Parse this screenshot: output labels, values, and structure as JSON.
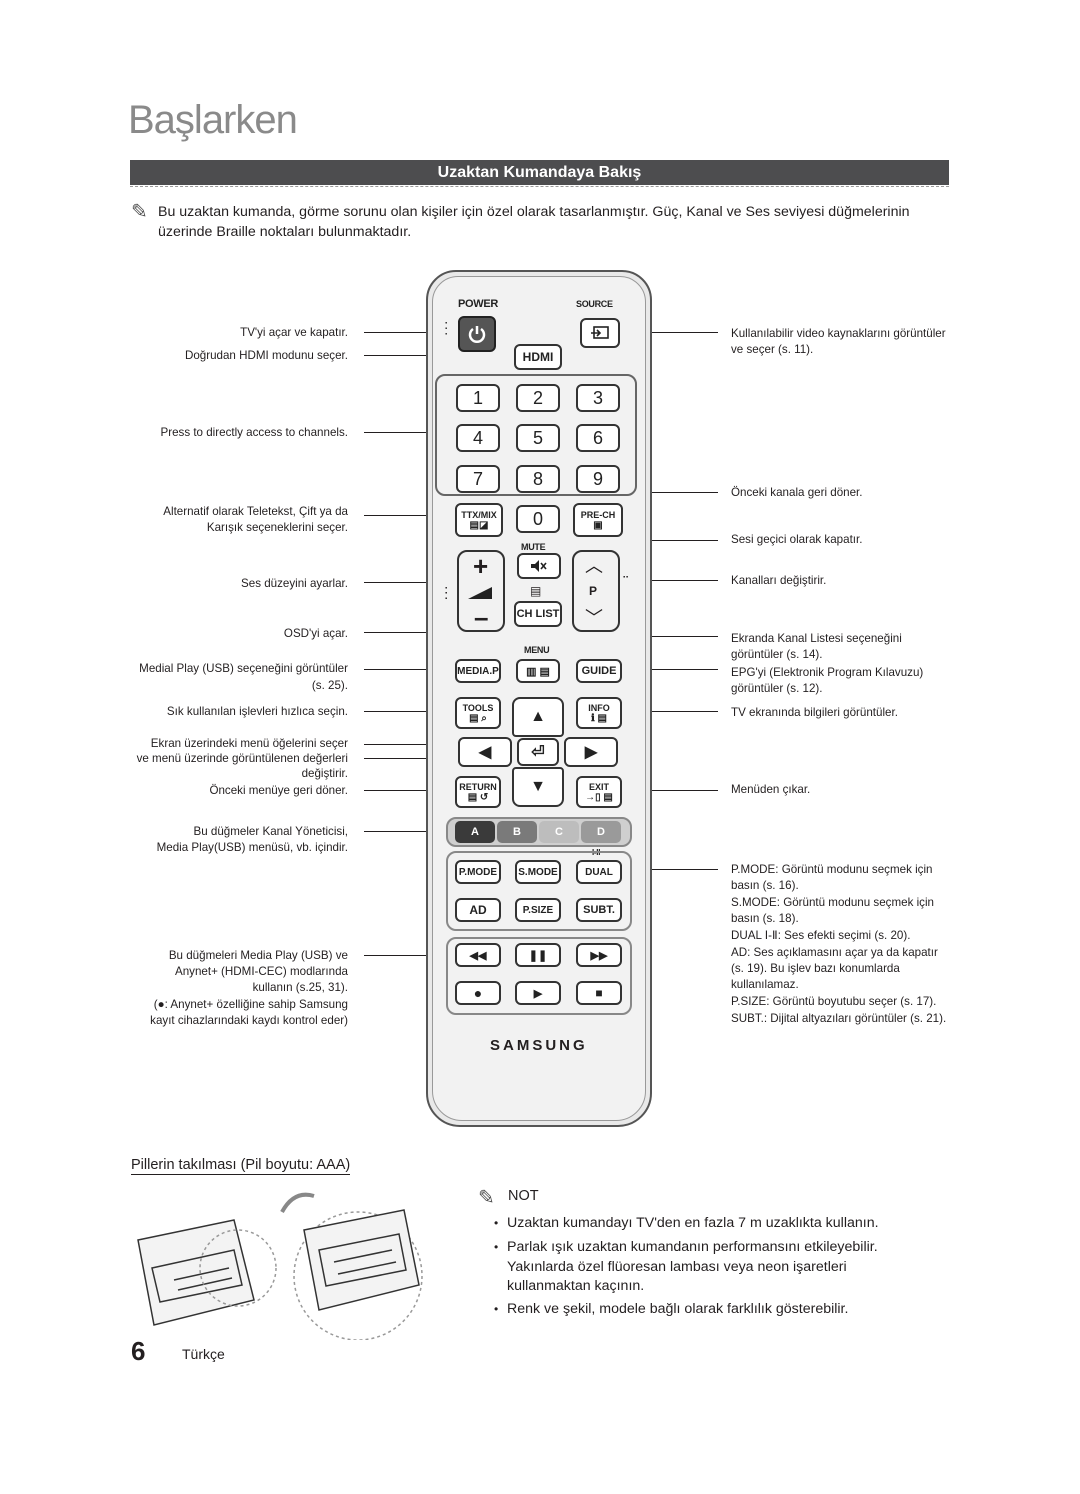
{
  "page": {
    "title": "Başlarken",
    "section": "Uzaktan Kumandaya Bakış",
    "intro": "Bu uzaktan kumanda, görme sorunu olan kişiler için özel olarak tasarlanmıştır. Güç, Kanal ve Ses seviyesi düğmelerinin üzerinde Braille noktaları bulunmaktadır.",
    "page_number": "6",
    "language": "Türkçe"
  },
  "left_labels": {
    "power": "TV'yi açar ve kapatır.",
    "hdmi": "Doğrudan HDMI modunu seçer.",
    "numbers": "Press to directly access to channels.",
    "ttx_1": "Alternatif olarak Teletekst, Çift ya da",
    "ttx_2": "Karışık seçeneklerini seçer.",
    "volume": "Ses düzeyini ayarlar.",
    "osd": "OSD'yi açar.",
    "media_1a": "Medial Play (USB)",
    "media_1b": "seçeneğini görüntüler",
    "media_2": "(s. 25).",
    "tools": "Sık kullanılan işlevleri hızlıca seçin.",
    "nav_1": "Ekran üzerindeki menü öğelerini seçer",
    "nav_2": "ve menü üzerinde görüntülenen değerleri",
    "nav_3": "değiştirir.",
    "return": "Önceki menüye geri döner.",
    "color_1a": "Bu düğmeler",
    "color_1b": "Kanal Yöneticisi,",
    "color_2a": "Media Play(USB)",
    "color_2b": "menüsü, vb. içindir.",
    "play_1a": "Bu düğmeleri",
    "play_1b": "Media Play (USB)",
    "play_1c": "ve",
    "play_2a": "Anynet+ (HDMI-CEC)",
    "play_2b": "modlarında",
    "play_3": "kullanın (s.25, 31).",
    "play_4": "(●: Anynet+ özelliğine sahip Samsung",
    "play_5": "kayıt cihazlarındaki kaydı kontrol eder)"
  },
  "right_labels": {
    "source_1": "Kullanılabilir video kaynaklarını görüntüler",
    "source_2": "ve seçer (s. 11).",
    "prech": "Önceki kanala geri döner.",
    "mute": "Sesi geçici olarak kapatır.",
    "channel": "Kanalları değiştirir.",
    "chlist_1": "Ekranda Kanal Listesi seçeneğini",
    "chlist_2": "görüntüler (s. 14).",
    "guide_1": "EPG'yi (Elektronik Program Kılavuzu)",
    "guide_2": "görüntüler (s. 12).",
    "info": "TV ekranında bilgileri görüntüler.",
    "exit": "Menüden çıkar.",
    "pmode_k": "P.MODE",
    "pmode_1": ": Görüntü modunu seçmek için",
    "pmode_2": "basın (s. 16).",
    "smode_k": "S.MODE",
    "smode_1": ": Görüntü modunu seçmek için",
    "smode_2": "basın (s. 18).",
    "dual_k": "DUAL Ⅰ-Ⅱ",
    "dual_1": ": Ses efekti seçimi (s. 20).",
    "ad_k": "AD",
    "ad_1": ": Ses açıklamasını açar ya da kapatır",
    "ad_2": "(s. 19). Bu işlev bazı konumlarda",
    "ad_3": "kullanılamaz.",
    "psize_k": "P.SIZE",
    "psize_1": ": Görüntü boyutubu seçer (s. 17).",
    "subt_k": "SUBT.",
    "subt_1": ": Dijital altyazıları görüntüler (s. 21)."
  },
  "remote": {
    "power": "POWER",
    "source": "SOURCE",
    "hdmi": "HDMI",
    "numbers": [
      "1",
      "2",
      "3",
      "4",
      "5",
      "6",
      "7",
      "8",
      "9",
      "0"
    ],
    "ttx": "TTX/MIX",
    "prech": "PRE-CH",
    "mute": "MUTE",
    "p": "P",
    "chlist": "CH LIST",
    "menu": "MENU",
    "mediap": "MEDIA.P",
    "guide": "GUIDE",
    "tools": "TOOLS",
    "info": "INFO",
    "return": "RETURN",
    "exit": "EXIT",
    "colors": [
      "A",
      "B",
      "C",
      "D"
    ],
    "dual_mark": "I-II",
    "pmode": "P.MODE",
    "smode": "S.MODE",
    "dual": "DUAL",
    "ad": "AD",
    "psize": "P.SIZE",
    "subt": "SUBT.",
    "brand": "SAMSUNG",
    "color_hex": [
      "#3a3a3a",
      "#7a7a7a",
      "#bdbdbd",
      "#9a9a9a"
    ]
  },
  "battery": {
    "title": "Pillerin takılması (Pil boyutu: AAA)"
  },
  "notes": {
    "title": "NOT",
    "items": [
      "Uzaktan kumandayı TV'den en fazla 7 m uzaklıkta kullanın.",
      "Parlak ışık uzaktan kumandanın performansını etkileyebilir. Yakınlarda özel flüoresan lambası veya neon işaretleri kullanmaktan kaçının.",
      "Renk ve şekil, modele bağlı olarak farklılık gösterebilir."
    ]
  }
}
